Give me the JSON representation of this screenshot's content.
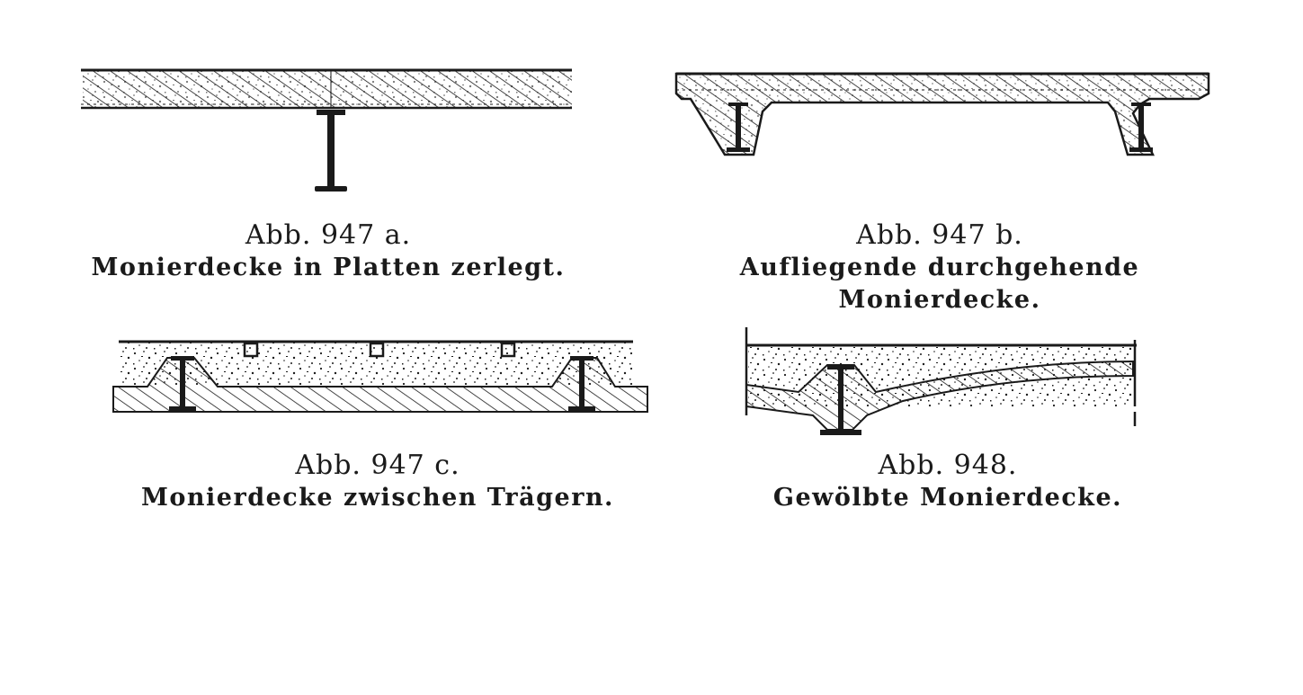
{
  "figures": [
    {
      "id": "947a",
      "number": "Abb. 947 a.",
      "caption": "Monierdecke in Platten zerlegt."
    },
    {
      "id": "947b",
      "number": "Abb. 947 b.",
      "caption": "Aufliegende durchgehende Monierdecke."
    },
    {
      "id": "947c",
      "number": "Abb. 947 c.",
      "caption": "Monierdecke zwischen Trägern."
    },
    {
      "id": "948",
      "number": "Abb. 948.",
      "caption": "Gewölbte Monierdecke."
    }
  ]
}
